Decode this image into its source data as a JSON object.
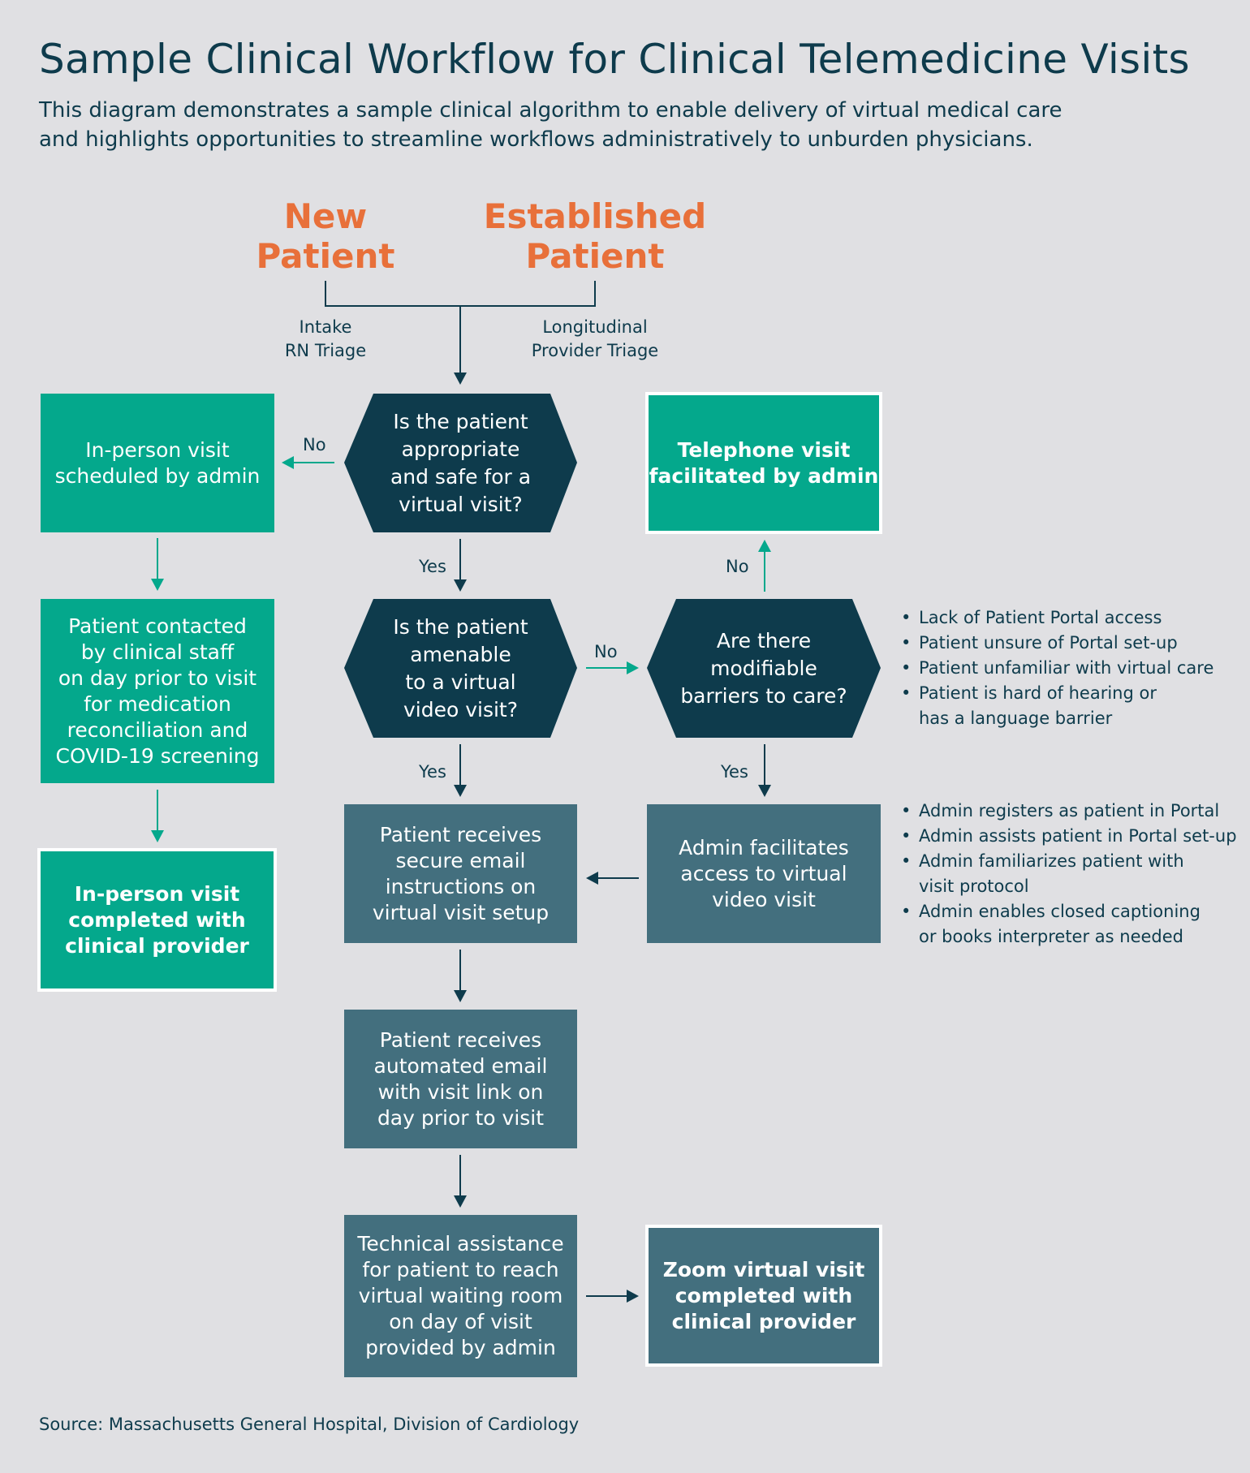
{
  "title": "Sample Clinical Workflow for Clinical Telemedicine Visits",
  "subtitle": [
    "This diagram demonstrates a sample clinical algorithm to enable delivery of virtual medical care",
    "and highlights opportunities to streamline workflows administratively to unburden physicians."
  ],
  "entry": {
    "new_patient": [
      "New",
      "Patient"
    ],
    "established_patient": [
      "Established",
      "Patient"
    ],
    "intake_triage": [
      "Intake",
      "RN Triage"
    ],
    "longitudinal_triage": [
      "Longitudinal",
      "Provider Triage"
    ]
  },
  "decisions": {
    "appropriate": [
      "Is the patient",
      "appropriate",
      "and safe for a",
      "virtual visit?"
    ],
    "amenable": [
      "Is the patient",
      "amenable",
      "to a virtual",
      "video visit?"
    ],
    "barriers": [
      "Are there",
      "modifiable",
      "barriers to care?"
    ]
  },
  "boxes": {
    "inperson_scheduled": [
      "In-person visit",
      "scheduled by admin"
    ],
    "patient_contacted": [
      "Patient contacted",
      "by clinical staff",
      "on day prior to visit",
      "for medication",
      "reconciliation and",
      "COVID-19 screening"
    ],
    "inperson_completed": [
      "In-person visit",
      "completed with",
      "clinical provider"
    ],
    "telephone_visit": [
      "Telephone visit",
      "facilitated by admin"
    ],
    "secure_email": [
      "Patient receives",
      "secure email",
      "instructions on",
      "virtual visit setup"
    ],
    "admin_facilitates": [
      "Admin facilitates",
      "access to virtual",
      "video visit"
    ],
    "automated_email": [
      "Patient receives",
      "automated email",
      "with visit link on",
      "day prior to visit"
    ],
    "technical_assistance": [
      "Technical assistance",
      "for patient to reach",
      "virtual waiting room",
      "on day of visit",
      "provided by admin"
    ],
    "zoom_completed": [
      "Zoom virtual visit",
      "completed with",
      "clinical provider"
    ]
  },
  "labels": {
    "no": "No",
    "yes": "Yes"
  },
  "barrier_bullets": [
    "Lack of Patient Portal access",
    "Patient unsure of Portal set-up",
    "Patient unfamiliar with virtual care",
    "Patient is hard of hearing or\nhas a language barrier"
  ],
  "admin_bullets": [
    "Admin registers as patient in Portal",
    "Admin assists patient in Portal set-up",
    "Admin familiarizes patient with\nvisit protocol",
    "Admin enables closed captioning\nor books interpreter as needed"
  ],
  "source": "Source: Massachusetts General Hospital, Division of Cardiology",
  "colors": {
    "background": "#e0e0e3",
    "navy": "#0e3b4c",
    "teal": "#04a88c",
    "slate": "#436f7e",
    "orange": "#e8703a",
    "frame": "#ffffff"
  }
}
